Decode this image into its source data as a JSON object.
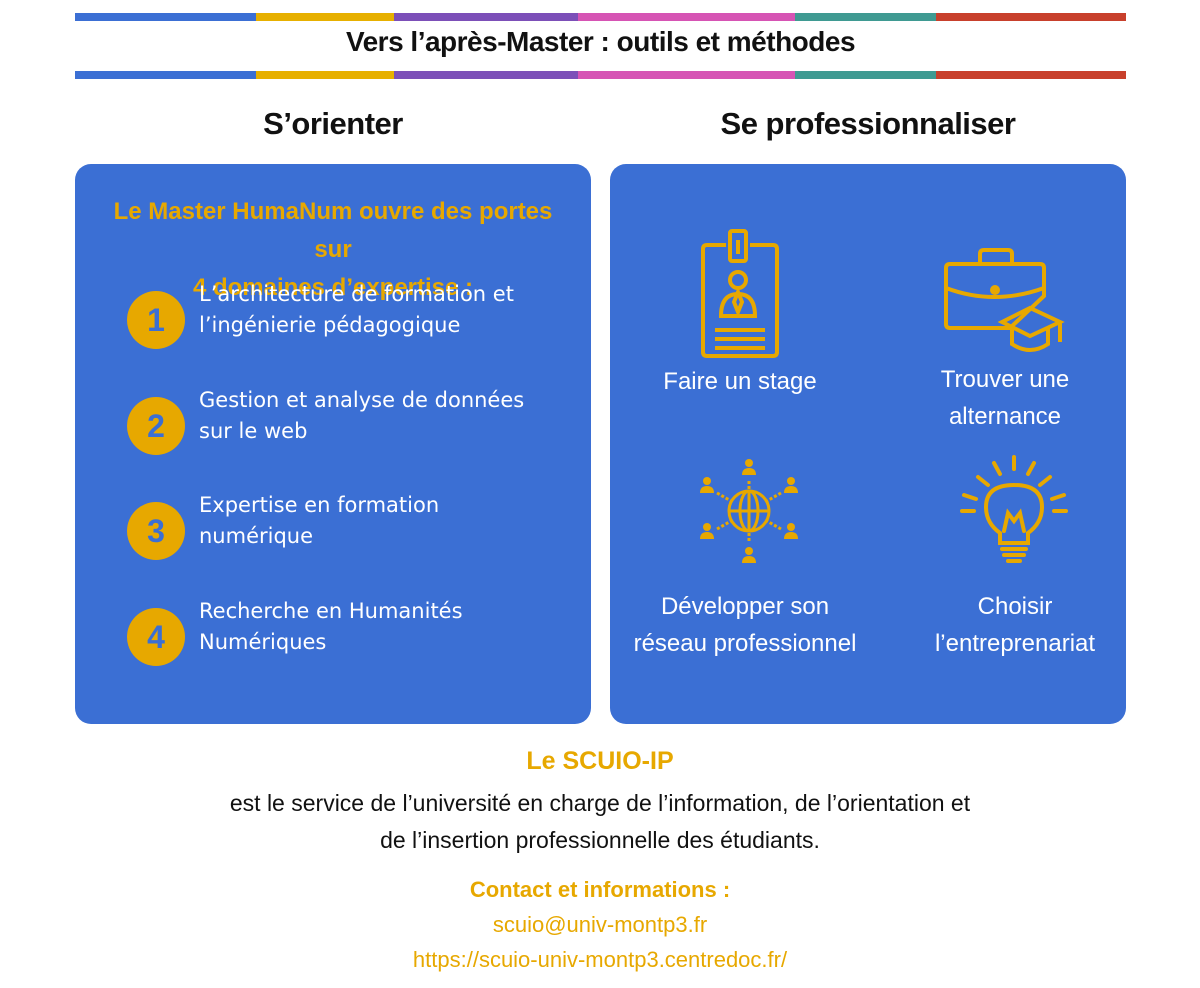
{
  "colors": {
    "accent_yellow": "#e7a800",
    "panel_blue": "#3b6fd4",
    "number_text": "#3b6fd4",
    "stripe": [
      "#3b6fd4",
      "#e7b000",
      "#7c4fb8",
      "#d654b4",
      "#3f9a92",
      "#c8402c"
    ]
  },
  "header": {
    "title": "Vers l’après-Master : outils et méthodes"
  },
  "left_column": {
    "title": "S’orienter",
    "intro_line1": "Le Master HumaNum ouvre des portes sur",
    "intro_line2": "4 domaines d’expertise :",
    "domains": [
      {
        "number": "1",
        "line1": "L’architecture de formation et",
        "line2": "l’ingénierie pédagogique"
      },
      {
        "number": "2",
        "line1": "Gestion et analyse de données",
        "line2": "sur le web"
      },
      {
        "number": "3",
        "line1": "Expertise en formation",
        "line2": "numérique"
      },
      {
        "number": "4",
        "line1": "Recherche en Humanités",
        "line2": "Numériques"
      }
    ]
  },
  "right_column": {
    "title": "Se professionnaliser",
    "tiles": [
      {
        "icon": "badge-icon",
        "line1": "Faire un stage",
        "line2": ""
      },
      {
        "icon": "briefcase-graduation-icon",
        "line1": "Trouver une",
        "line2": "alternance"
      },
      {
        "icon": "network-globe-icon",
        "line1": "Développer son",
        "line2": "réseau professionnel"
      },
      {
        "icon": "lightbulb-icon",
        "line1": "Choisir",
        "line2": "l’entreprenariat"
      }
    ]
  },
  "footer": {
    "scuio_title": "Le SCUIO-IP",
    "description_line1": "est le service de l’université en charge de l’information, de l’orientation et",
    "description_line2": "de l’insertion professionnelle des étudiants.",
    "contact_title": "Contact et informations :",
    "email": "scuio@univ-montp3.fr",
    "website": "https://scuio-univ-montp3.centredoc.fr/"
  }
}
